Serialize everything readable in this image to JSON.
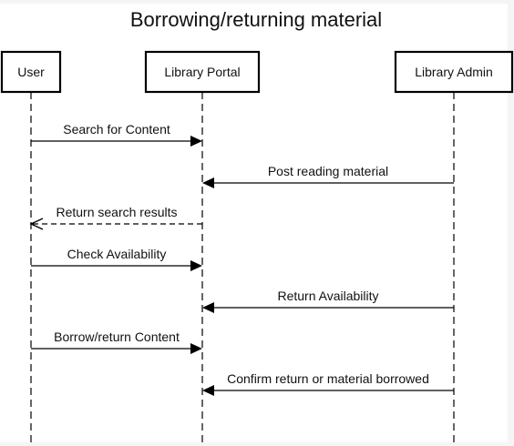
{
  "diagram": {
    "title": "Borrowing/returning material",
    "actors": [
      {
        "id": "user",
        "label": "User"
      },
      {
        "id": "portal",
        "label": "Library Portal"
      },
      {
        "id": "admin",
        "label": "Library Admin"
      }
    ],
    "messages": [
      {
        "from": "user",
        "to": "portal",
        "label": "Search for Content",
        "style": "solid"
      },
      {
        "from": "admin",
        "to": "portal",
        "label": "Post reading material",
        "style": "solid"
      },
      {
        "from": "portal",
        "to": "user",
        "label": "Return search results",
        "style": "dashed"
      },
      {
        "from": "user",
        "to": "portal",
        "label": "Check Availability",
        "style": "solid"
      },
      {
        "from": "admin",
        "to": "portal",
        "label": "Return Availability",
        "style": "solid"
      },
      {
        "from": "user",
        "to": "portal",
        "label": "Borrow/return Content",
        "style": "solid"
      },
      {
        "from": "admin",
        "to": "portal",
        "label": "Confirm return or material borrowed",
        "style": "solid"
      }
    ]
  }
}
